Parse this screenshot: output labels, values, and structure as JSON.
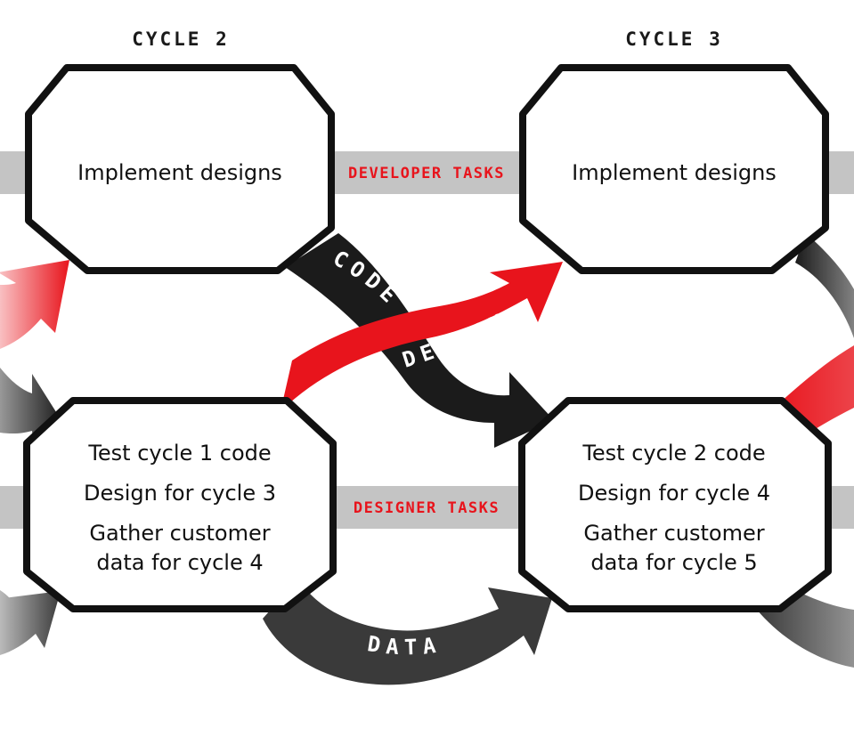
{
  "columns": [
    {
      "title": "CYCLE 2",
      "dev_box": {
        "lines": [
          "Implement designs"
        ]
      },
      "design_box": {
        "lines": [
          "Test cycle 1 code",
          "Design for cycle 3",
          "Gather customer",
          "data for cycle 4"
        ]
      }
    },
    {
      "title": "CYCLE 3",
      "dev_box": {
        "lines": [
          "Implement designs"
        ]
      },
      "design_box": {
        "lines": [
          "Test cycle 2 code",
          "Design for cycle 4",
          "Gather customer",
          "data for cycle 5"
        ]
      }
    }
  ],
  "lanes": {
    "developer": "DEVELOPER TASKS",
    "designer": "DESIGNER TASKS"
  },
  "arrows": {
    "code": "CODE",
    "design": "DESIGN",
    "data": "DATA"
  },
  "colors": {
    "red": "#e8141c",
    "black": "#1b1b1b",
    "dark_gray": "#3a3a3a",
    "lane_gray": "#c4c4c4",
    "box_border": "#111111"
  }
}
